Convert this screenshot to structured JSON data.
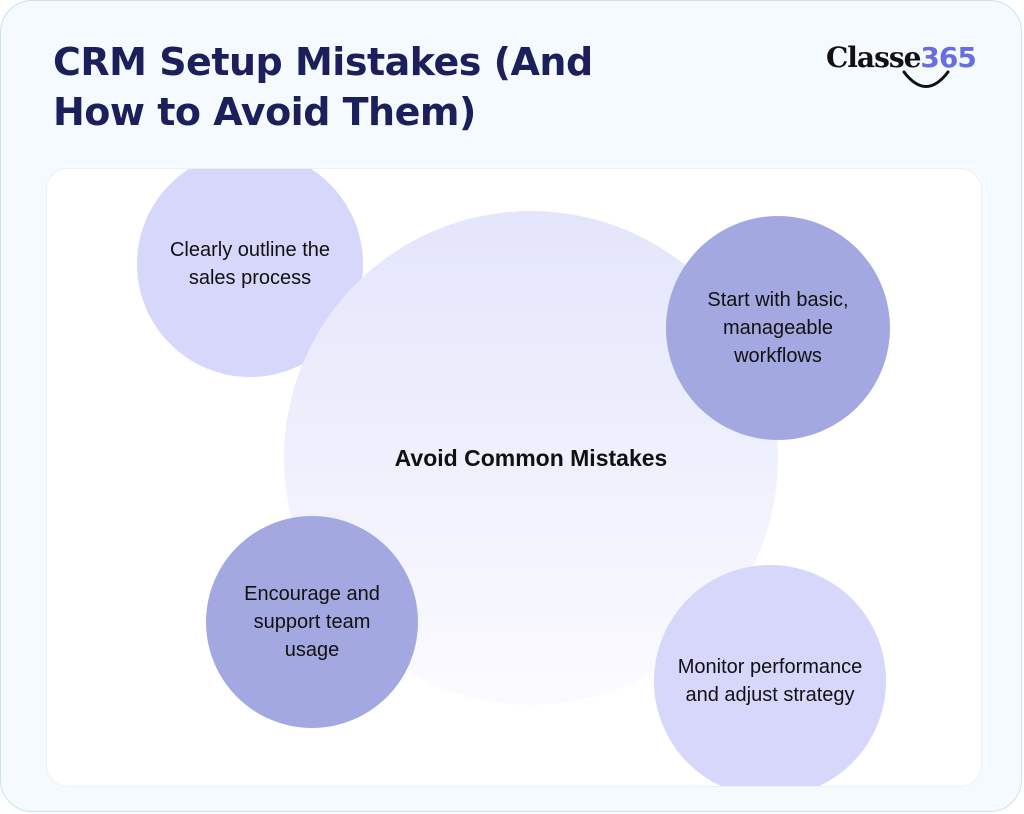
{
  "header": {
    "title": "CRM Setup Mistakes (And How to Avoid Them)"
  },
  "logo": {
    "text": "Classe",
    "number": "365",
    "number_color": "#6a6de0"
  },
  "diagram": {
    "center": {
      "label": "Avoid Common Mistakes"
    },
    "nodes": [
      {
        "label": "Clearly outline the sales process",
        "color": "#d6d7fb"
      },
      {
        "label": "Start with basic, manageable workflows",
        "color": "#a3a8e0"
      },
      {
        "label": "Encourage and support team usage",
        "color": "#a3a8e0"
      },
      {
        "label": "Monitor performance and adjust strategy",
        "color": "#d6d7fb"
      }
    ]
  },
  "colors": {
    "title": "#1b1f5a",
    "background": "#f4fafd",
    "border": "#cde3ee"
  }
}
